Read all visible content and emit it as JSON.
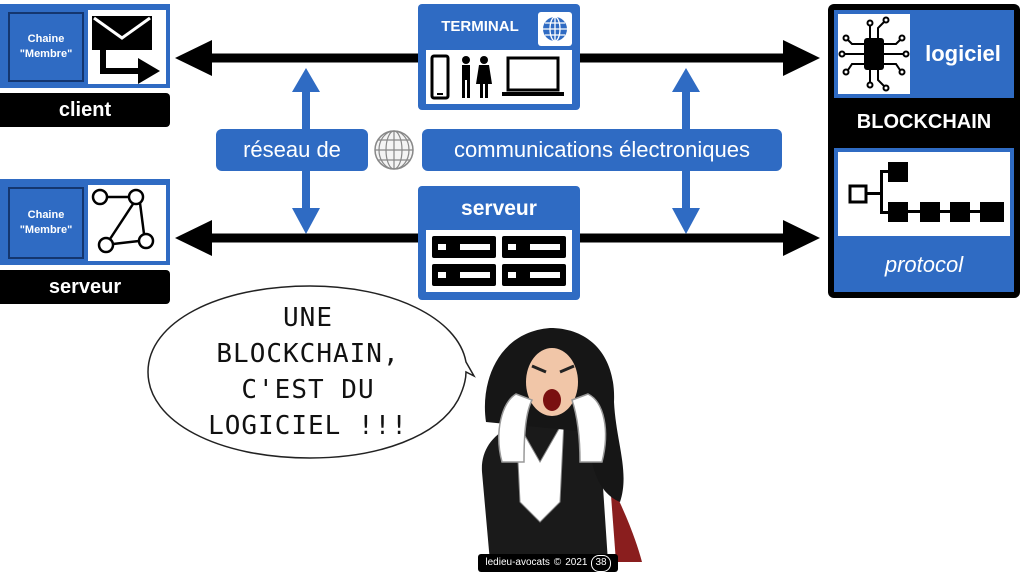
{
  "left_top": {
    "chaine_line1": "Chaine",
    "chaine_line2": "\"Membre\"",
    "label": "client",
    "icon": "envelope-arrow-icon"
  },
  "left_bottom": {
    "chaine_line1": "Chaine",
    "chaine_line2": "\"Membre\"",
    "label": "serveur",
    "icon": "network-nodes-icon"
  },
  "terminal": {
    "title": "TERMINAL",
    "icons": [
      "phone-icon",
      "people-icon",
      "laptop-icon"
    ]
  },
  "network": {
    "left_label": "réseau de",
    "right_label": "communications électroniques",
    "icon": "globe-icon"
  },
  "server": {
    "title": "serveur",
    "icon": "server-rack-icon"
  },
  "blockchain": {
    "software": "logiciel",
    "title": "BLOCKCHAIN",
    "protocol": "protocol"
  },
  "speech": {
    "line1": "UNE",
    "line2": "BLOCKCHAIN,",
    "line3": "C'EST DU",
    "line4": "LOGICIEL !!!"
  },
  "footer": {
    "credit": "ledieu-avocats",
    "copyright": "©",
    "year": "2021",
    "page": "38"
  },
  "colors": {
    "blue": "#2f6bc3",
    "black": "#000000",
    "navy": "#14366f"
  }
}
